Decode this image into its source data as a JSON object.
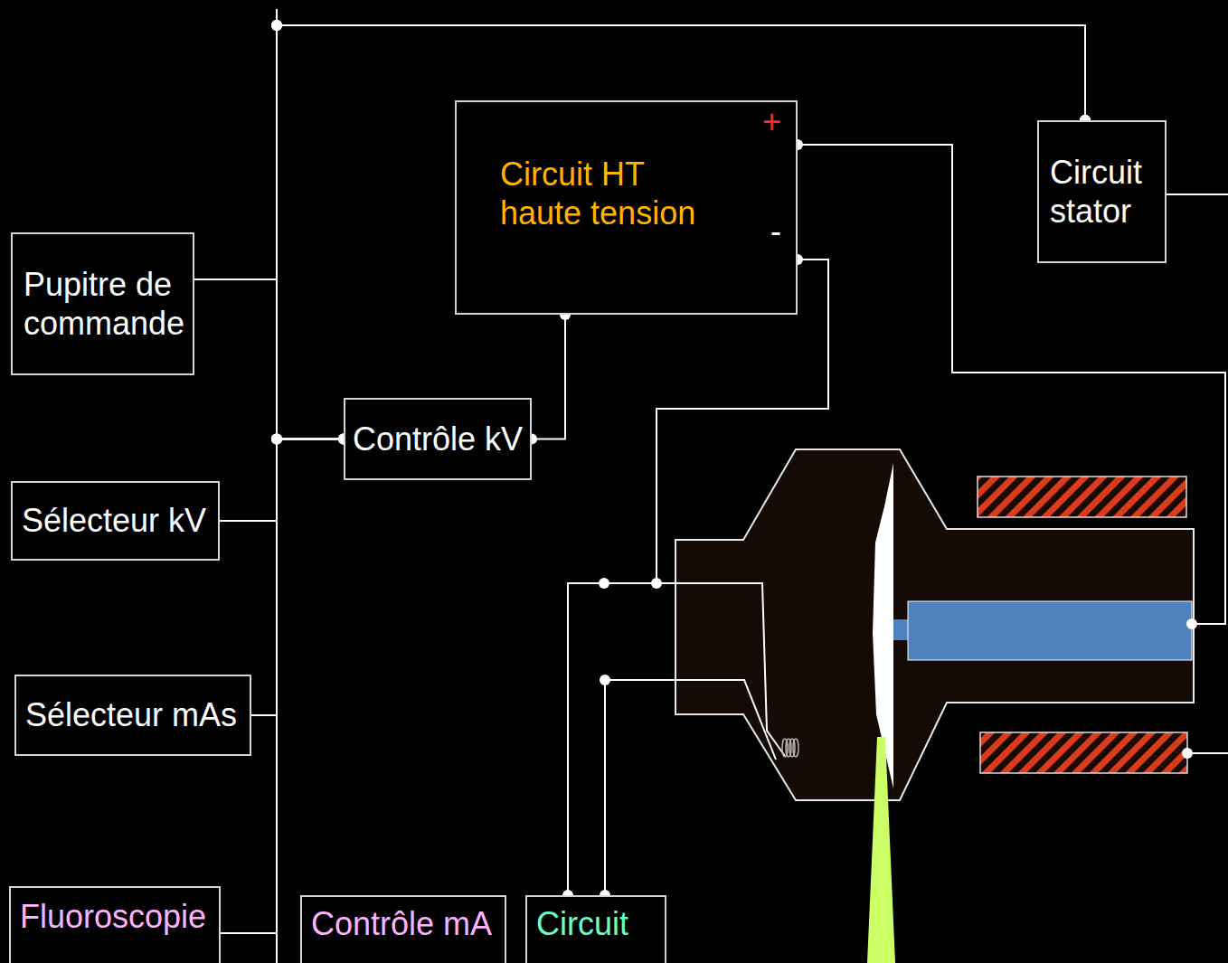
{
  "diagram": {
    "nodes": [
      {
        "text": [
          "Circuit HT haute tension",
          "+",
          "-"
        ]
      },
      {
        "text": [
          "Circuit stator"
        ]
      },
      {
        "text": [
          "Pupitre de commande"
        ]
      },
      {
        "text": [
          "Contrôle kV"
        ]
      },
      {
        "text": [
          "Sélecteur kV"
        ]
      },
      {
        "text": [
          "Sélecteur mAs"
        ]
      },
      {
        "text": [
          "Fluoroscopie"
        ]
      },
      {
        "text": [
          "Contrôle mA"
        ]
      },
      {
        "text": [
          "Circuit"
        ]
      }
    ],
    "edges": [
      {
        "from": 2,
        "to": 3,
        "arrow": "none"
      },
      {
        "from": 4,
        "to": 3,
        "arrow": "none"
      },
      {
        "from": 5,
        "to": 3,
        "arrow": "none"
      },
      {
        "from": 6,
        "to": 3,
        "arrow": "none"
      },
      {
        "from": 2,
        "to": 1,
        "arrow": "none"
      },
      {
        "from": 4,
        "to": 1,
        "arrow": "none"
      },
      {
        "from": 5,
        "to": 1,
        "arrow": "none"
      },
      {
        "from": 6,
        "to": 1,
        "arrow": "none"
      },
      {
        "from": 3,
        "to": 0,
        "arrow": "none"
      }
    ]
  }
}
